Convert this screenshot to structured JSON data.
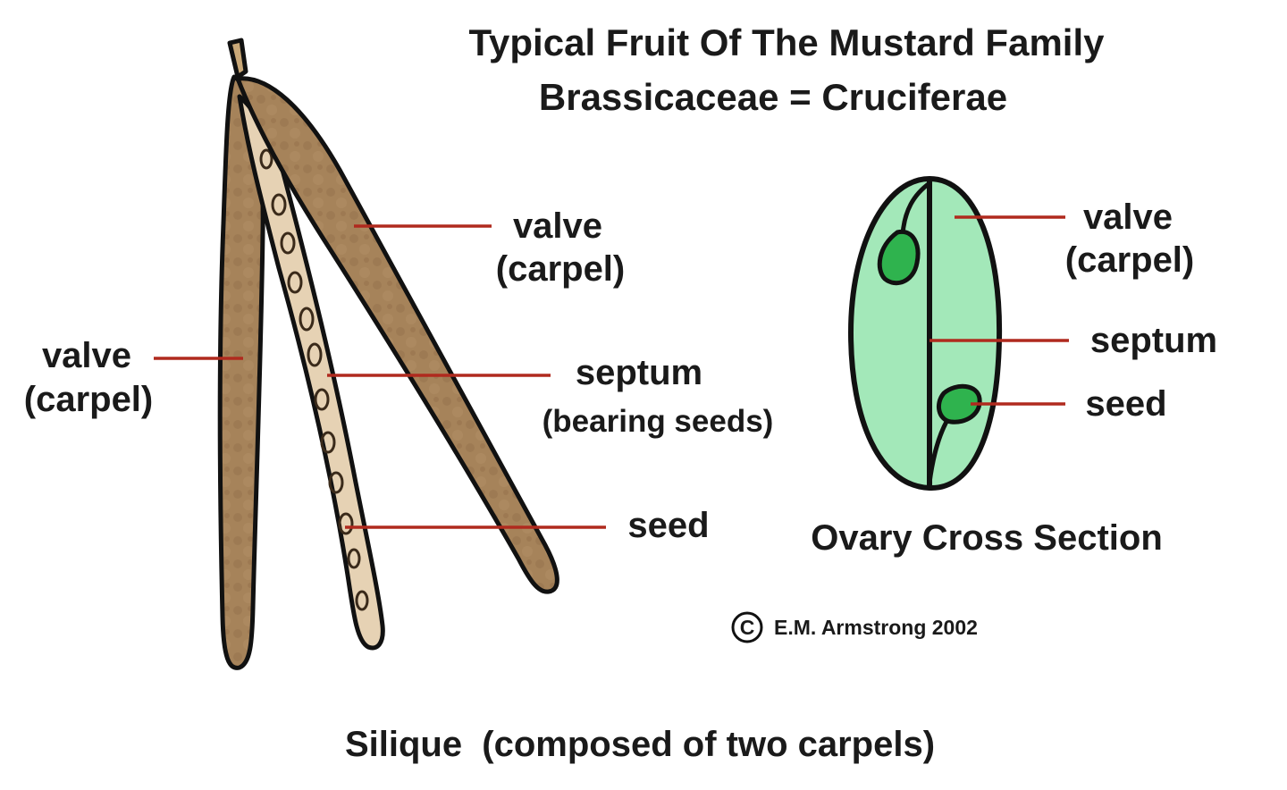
{
  "title": {
    "line1": "Typical Fruit Of The Mustard Family",
    "line2": "Brassicaceae = Cruciferae"
  },
  "silique": {
    "labels": {
      "valve_right": {
        "line1": "valve",
        "line2": "(carpel)"
      },
      "valve_left": {
        "line1": "valve",
        "line2": "(carpel)"
      },
      "septum": {
        "line1": "septum",
        "line2": "(bearing seeds)"
      },
      "seed": "seed"
    },
    "caption": "Silique  (composed of two carpels)"
  },
  "cross_section": {
    "labels": {
      "valve": {
        "line1": "valve",
        "line2": "(carpel)"
      },
      "septum": "septum",
      "seed": "seed"
    },
    "caption": "Ovary Cross Section"
  },
  "copyright": {
    "symbol": "C",
    "text": "E.M. Armstrong 2002"
  },
  "colors": {
    "valve_brown": "#a6835a",
    "septum_tan": "#e6d2b4",
    "ovary_fill": "#a3e8b9",
    "seed_green": "#2fb34e",
    "leader_red": "#b02a1e",
    "outline": "#111111"
  }
}
